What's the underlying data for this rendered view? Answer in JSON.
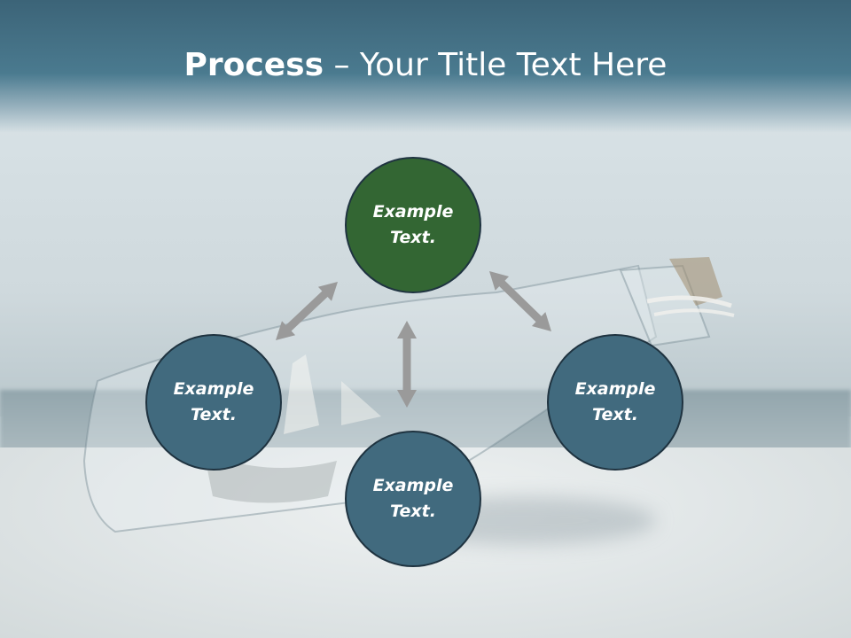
{
  "title": {
    "bold_part": "Process",
    "rest_part": " – Your Title Text Here"
  },
  "colors": {
    "header": "#3f6b80",
    "primary_node": "#336633",
    "secondary_node": "#416a7e",
    "node_border": "#1f3340",
    "arrow": "#9a9a9a"
  },
  "diagram": {
    "nodes": [
      {
        "id": "top",
        "text": "Example\nText.",
        "color": "#336633"
      },
      {
        "id": "left",
        "text": "Example\nText.",
        "color": "#416a7e"
      },
      {
        "id": "right",
        "text": "Example\nText.",
        "color": "#416a7e"
      },
      {
        "id": "bottom",
        "text": "Example\nText.",
        "color": "#416a7e"
      }
    ],
    "arrows": [
      {
        "from": "top",
        "to": "left",
        "style": "double-headed"
      },
      {
        "from": "top",
        "to": "right",
        "style": "double-headed"
      },
      {
        "from": "top",
        "to": "bottom",
        "style": "double-headed"
      }
    ]
  }
}
